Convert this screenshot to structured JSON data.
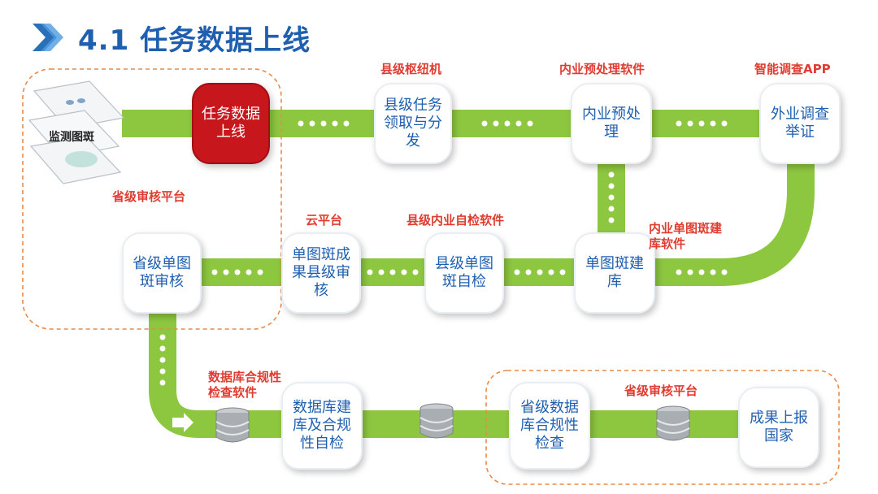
{
  "page": {
    "title": "4.1 任务数据上线"
  },
  "layers_label": "监测图斑",
  "nodes": {
    "task_online": "任务数据上线",
    "county_receive": "县级任务领取与分发",
    "preprocess": "内业预处理",
    "field_survey": "外业调查举证",
    "spot_build": "单图斑建库",
    "county_selfcheck": "县级单图斑自检",
    "spot_county_review": "单图斑成果县级审核",
    "prov_spot_review": "省级单图斑审核",
    "db_build_check": "数据库建库及合规性自检",
    "prov_db_check": "省级数据库合规性检查",
    "report_nation": "成果上报国家"
  },
  "labels": {
    "county_hub": "县级枢纽机",
    "preprocess_software": "内业预处理软件",
    "survey_app": "智能调查APP",
    "prov_platform_top": "省级审核平台",
    "cloud_platform": "云平台",
    "county_selfcheck_software": "县级内业自检软件",
    "spot_build_software": "内业单图斑建库软件",
    "db_check_software": "数据库合规性检查软件",
    "prov_platform_bottom": "省级审核平台"
  },
  "colors": {
    "pipe": "#8dc63f",
    "accent_red": "#c8161d",
    "title_blue": "#1f5fb0",
    "label_red": "#e03c31",
    "dash": "#e88a4a"
  }
}
